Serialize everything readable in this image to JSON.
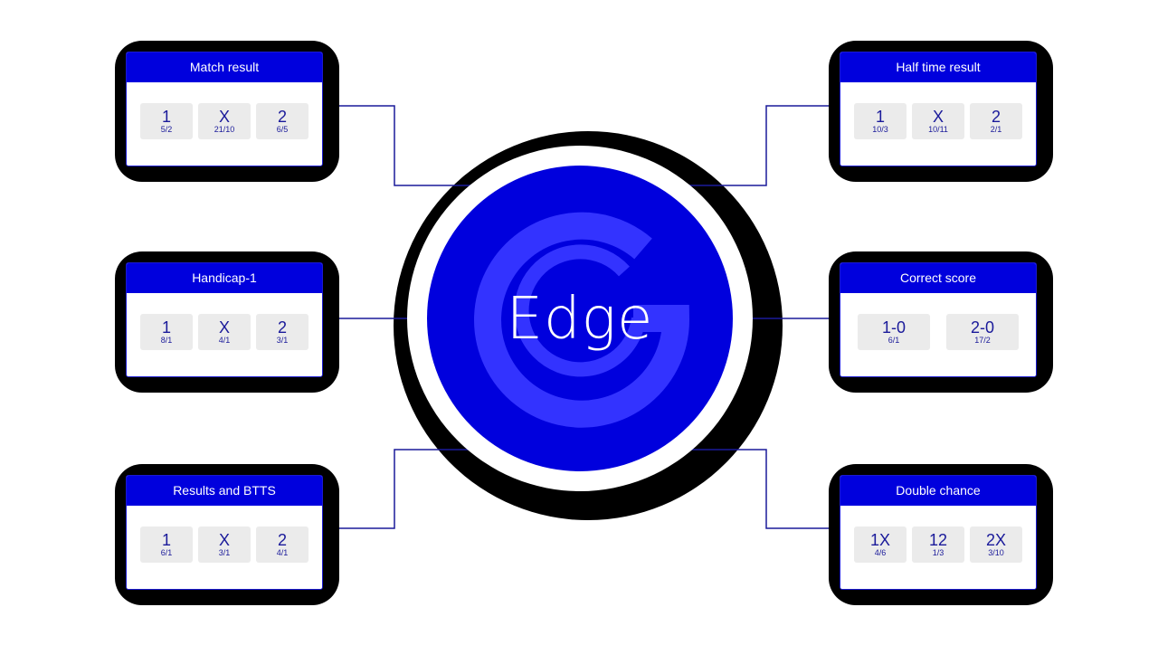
{
  "center": {
    "label": "Edge"
  },
  "colors": {
    "brand_blue": "#0000dd",
    "line": "#1a1a9a",
    "option_bg": "#ebebeb"
  },
  "cards": [
    {
      "title": "Match result",
      "options": [
        {
          "label": "1",
          "odds": "5/2"
        },
        {
          "label": "X",
          "odds": "21/10"
        },
        {
          "label": "2",
          "odds": "6/5"
        }
      ]
    },
    {
      "title": "Handicap-1",
      "options": [
        {
          "label": "1",
          "odds": "8/1"
        },
        {
          "label": "X",
          "odds": "4/1"
        },
        {
          "label": "2",
          "odds": "3/1"
        }
      ]
    },
    {
      "title": "Results and BTTS",
      "options": [
        {
          "label": "1",
          "odds": "6/1"
        },
        {
          "label": "X",
          "odds": "3/1"
        },
        {
          "label": "2",
          "odds": "4/1"
        }
      ]
    },
    {
      "title": "Half time result",
      "options": [
        {
          "label": "1",
          "odds": "10/3"
        },
        {
          "label": "X",
          "odds": "10/11"
        },
        {
          "label": "2",
          "odds": "2/1"
        }
      ]
    },
    {
      "title": "Correct score",
      "options": [
        {
          "label": "1-0",
          "odds": "6/1"
        },
        {
          "label": "2-0",
          "odds": "17/2"
        }
      ]
    },
    {
      "title": "Double chance",
      "options": [
        {
          "label": "1X",
          "odds": "4/6"
        },
        {
          "label": "12",
          "odds": "1/3"
        },
        {
          "label": "2X",
          "odds": "3/10"
        }
      ]
    }
  ]
}
